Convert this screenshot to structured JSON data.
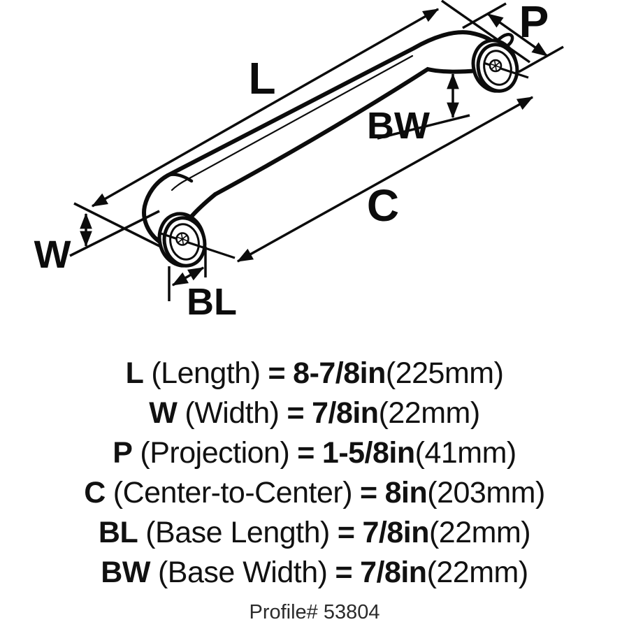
{
  "diagram": {
    "labels": {
      "length": "L",
      "width": "W",
      "projection": "P",
      "center_to_center": "C",
      "base_length": "BL",
      "base_width": "BW"
    }
  },
  "specs": {
    "rows": [
      {
        "abbr": "L",
        "name": "(Length)",
        "eq": "=",
        "imperial": "8-7/8in",
        "metric": "(225mm)"
      },
      {
        "abbr": "W",
        "name": "(Width)",
        "eq": "=",
        "imperial": "7/8in",
        "metric": "(22mm)"
      },
      {
        "abbr": "P",
        "name": "(Projection)",
        "eq": "=",
        "imperial": "1-5/8in",
        "metric": "(41mm)"
      },
      {
        "abbr": "C",
        "name": "(Center-to-Center)",
        "eq": "=",
        "imperial": "8in",
        "metric": "(203mm)"
      },
      {
        "abbr": "BL",
        "name": "(Base Length)",
        "eq": "=",
        "imperial": "7/8in",
        "metric": "(22mm)"
      },
      {
        "abbr": "BW",
        "name": "(Base Width)",
        "eq": "=",
        "imperial": "7/8in",
        "metric": "(22mm)"
      }
    ],
    "profile": "Profile# 53804"
  },
  "colors": {
    "ink": "#111111",
    "background": "#ffffff",
    "profile_text": "#2b2b2b"
  }
}
